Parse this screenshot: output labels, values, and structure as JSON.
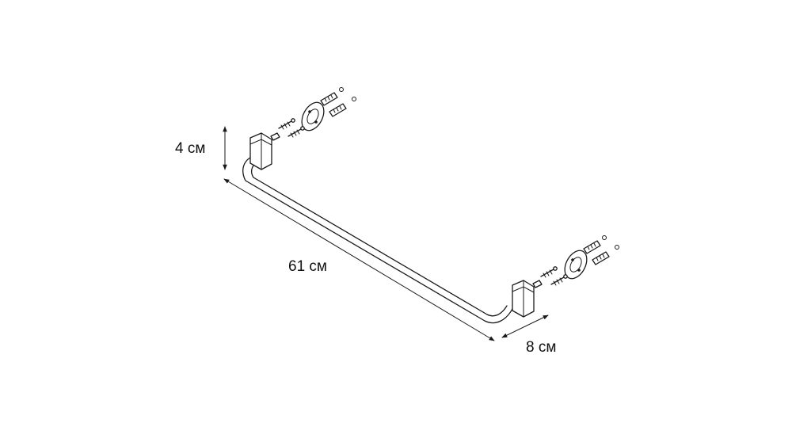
{
  "dimensions": {
    "height": "4 см",
    "length": "61 см",
    "depth": "8 см"
  }
}
